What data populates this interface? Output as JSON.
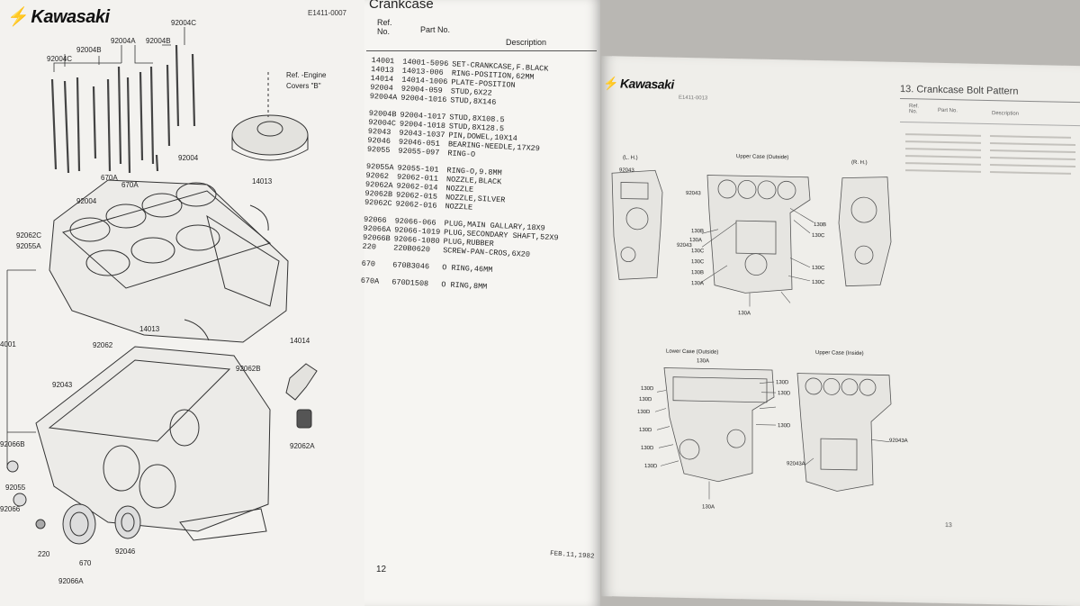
{
  "left_page": {
    "brand": "Kawasaki",
    "code": "E1411-0007",
    "reference_note": [
      "Ref. -Engine",
      "Covers \"B\""
    ],
    "callouts": {
      "a_92004C_top": "92004C",
      "a_92004C_left": "92004C",
      "a_92004B_a": "92004B",
      "a_92004A": "92004A",
      "a_92004B_b": "92004B",
      "a_92004_mid": "92004",
      "a_670A_a": "670A",
      "a_670A_b": "670A",
      "a_92004_left": "92004",
      "a_14013_right": "14013",
      "a_92062C": "92062C",
      "a_92055A": "92055A",
      "a_14013_low": "14013",
      "a_4001": "4001",
      "a_92062": "92062",
      "a_14014": "14014",
      "a_92043": "92043",
      "a_92062B": "92062B",
      "a_92066B": "92066B",
      "a_92055": "92055",
      "a_92062A": "92062A",
      "a_92066": "92066",
      "a_220": "220",
      "a_670": "670",
      "a_92046": "92046",
      "a_92066A": "92066A"
    }
  },
  "middle_page": {
    "title": "Crankcase",
    "columns": {
      "ref": [
        "Ref.",
        "No."
      ],
      "part": "Part No.",
      "desc": "Description"
    },
    "rows": [
      {
        "ref": "14001",
        "part": "14001-5096",
        "desc": "SET-CRANKCASE,F.BLACK"
      },
      {
        "ref": "14013",
        "part": "14013-006",
        "desc": "RING-POSITION,62MM"
      },
      {
        "ref": "14014",
        "part": "14014-1006",
        "desc": "PLATE-POSITION"
      },
      {
        "ref": "92004",
        "part": "92004-059",
        "desc": "STUD,6X22"
      },
      {
        "ref": "92004A",
        "part": "92004-1016",
        "desc": "STUD,8X146"
      },
      {
        "ref": "92004B",
        "part": "92004-1017",
        "desc": "STUD,8X108.5"
      },
      {
        "ref": "92004C",
        "part": "92004-1018",
        "desc": "STUD,8X128.5"
      },
      {
        "ref": "92043",
        "part": "92043-1037",
        "desc": "PIN,DOWEL,10X14"
      },
      {
        "ref": "92046",
        "part": "92046-051",
        "desc": "BEARING-NEEDLE,17X29"
      },
      {
        "ref": "92055",
        "part": "92055-097",
        "desc": "RING-O"
      },
      {
        "ref": "92055A",
        "part": "92055-101",
        "desc": "RING-O,9.8MM"
      },
      {
        "ref": "92062",
        "part": "92062-011",
        "desc": "NOZZLE,BLACK"
      },
      {
        "ref": "92062A",
        "part": "92062-014",
        "desc": "NOZZLE"
      },
      {
        "ref": "92062B",
        "part": "92062-015",
        "desc": "NOZZLE,SILVER"
      },
      {
        "ref": "92062C",
        "part": "92062-016",
        "desc": "NOZZLE"
      },
      {
        "ref": "92066",
        "part": "92066-066",
        "desc": "PLUG,MAIN GALLARY,18X9"
      },
      {
        "ref": "92066A",
        "part": "92066-1019",
        "desc": "PLUG,SECONDARY SHAFT,52X9"
      },
      {
        "ref": "92066B",
        "part": "92066-1080",
        "desc": "PLUG,RUBBER"
      },
      {
        "ref": "220",
        "part": "220B0620",
        "desc": "SCREW-PAN-CROS,6X20"
      },
      {
        "ref": "670",
        "part": "670B3046",
        "desc": "O RING,46MM"
      },
      {
        "ref": "670A",
        "part": "670D1508",
        "desc": "O RING,8MM"
      }
    ],
    "page_number": "12",
    "date": "FEB.11,1982"
  },
  "right_page": {
    "brand": "Kawasaki",
    "code": "E1411-0013",
    "title": "13. Crankcase Bolt Pattern",
    "columns": {
      "ref": [
        "Ref.",
        "No."
      ],
      "part": "Part No.",
      "desc": "Description"
    },
    "view_labels": {
      "lh": "(L. H.)",
      "upper_outside": "Upper Case (Outside)",
      "rh": "(R. H.)",
      "lower_outside": "Lower Case (Outside)",
      "upper_inside": "Upper Case (Inside)"
    },
    "callouts": {
      "r_92043_a": "92043",
      "r_92043_b": "92043",
      "r_92043_c": "92043",
      "r_130B_a": "130B",
      "r_130A_a": "130A",
      "r_130C_a": "130C",
      "r_130C_b": "130C",
      "r_130B_b": "130B",
      "r_130A_b": "130A",
      "r_130A_c": "130A",
      "r_130B_r1": "130B",
      "r_130C_r1": "130C",
      "r_130C_r2": "130C",
      "r_130C_r3": "130C",
      "r_130A_top": "130A",
      "r_130D_1": "130D",
      "r_130D_2": "130D",
      "r_130D_3": "130D",
      "r_130D_4": "130D",
      "r_130D_5": "130D",
      "r_130D_6": "130D",
      "r_130D_7": "130D",
      "r_130D_8": "130D",
      "r_130D_9": "130D",
      "r_130A_bottom": "130A",
      "r_92043A_a": "92043A",
      "r_92043A_b": "92043A"
    },
    "page_number": "13"
  }
}
